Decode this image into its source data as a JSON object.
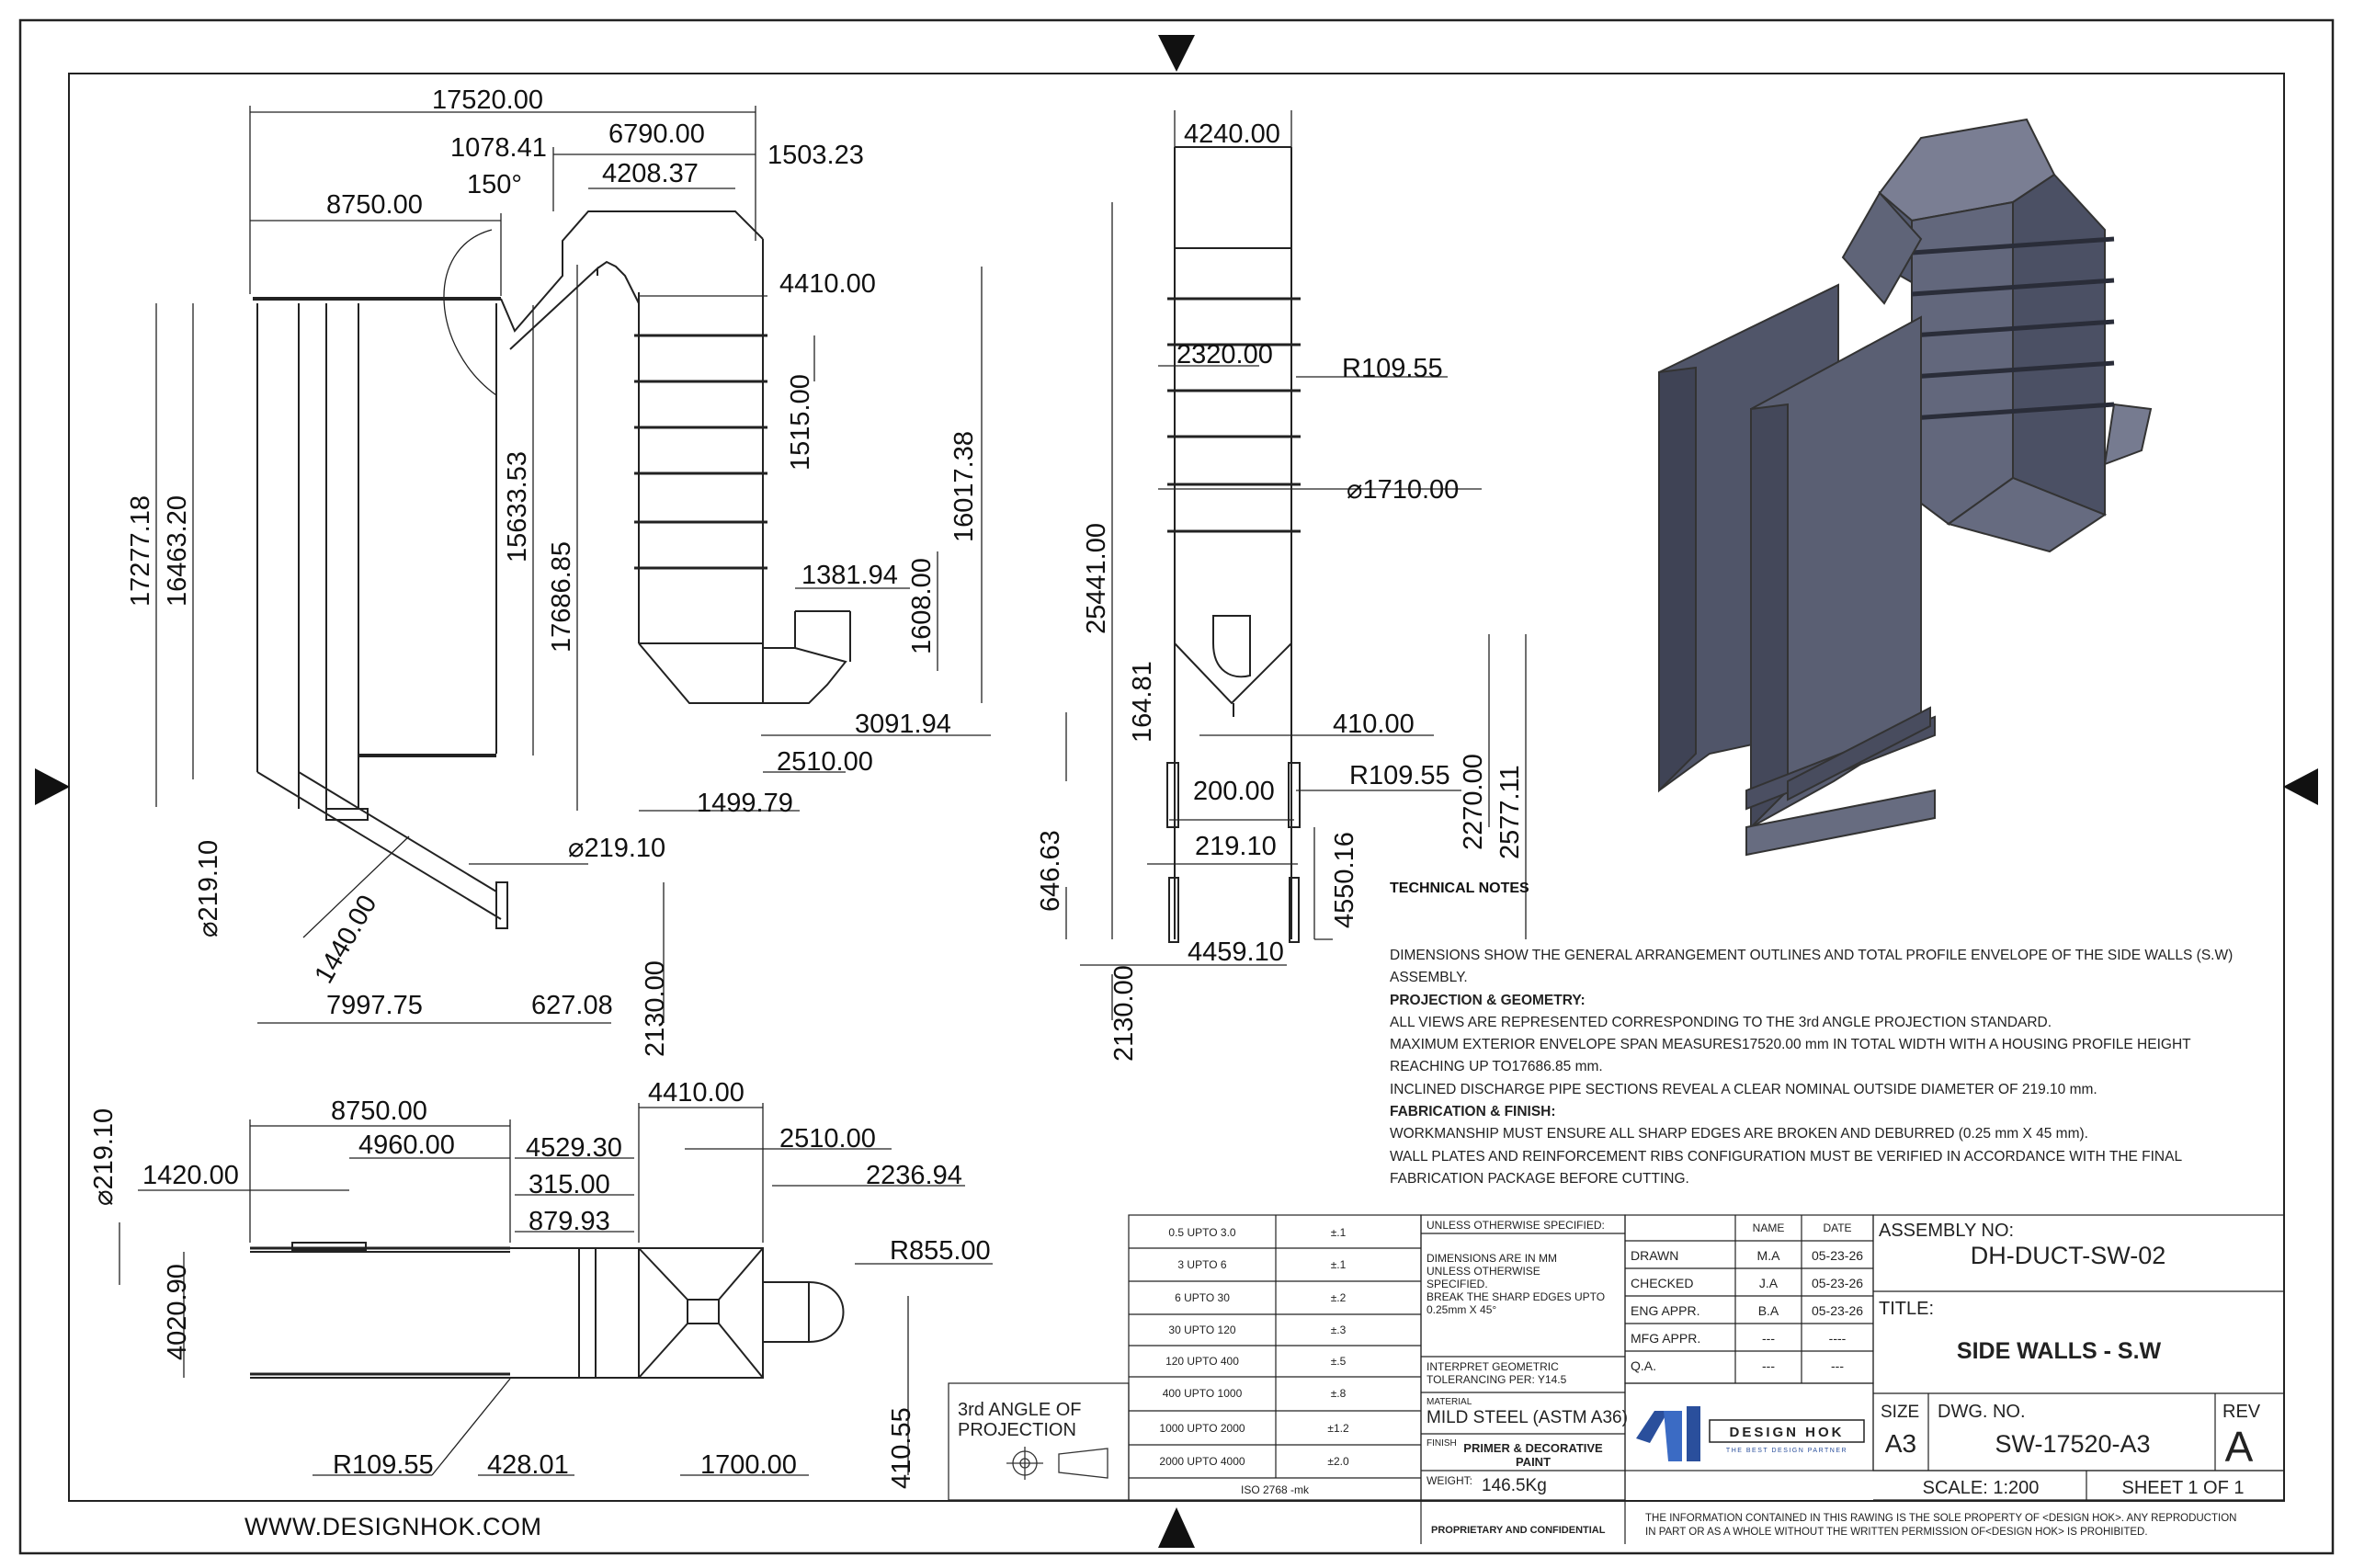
{
  "website": "WWW.DESIGNHOK.COM",
  "technical_notes": {
    "title": "TECHNICAL NOTES",
    "intro": "DIMENSIONS SHOW THE GENERAL ARRANGEMENT OUTLINES AND TOTAL PROFILE ENVELOPE OF THE SIDE WALLS (S.W) ASSEMBLY.",
    "section1_title": "PROJECTION & GEOMETRY:",
    "section1_lines": [
      "ALL VIEWS ARE REPRESENTED CORRESPONDING TO THE 3rd ANGLE PROJECTION STANDARD.",
      "MAXIMUM EXTERIOR ENVELOPE SPAN MEASURES17520.00 mm IN TOTAL WIDTH WITH A HOUSING PROFILE HEIGHT REACHING UP TO17686.85 mm.",
      "INCLINED DISCHARGE PIPE SECTIONS REVEAL A CLEAR NOMINAL OUTSIDE DIAMETER OF 219.10 mm."
    ],
    "section2_title": "FABRICATION & FINISH:",
    "section2_lines": [
      "WORKMANSHIP MUST ENSURE ALL SHARP EDGES ARE BROKEN AND DEBURRED (0.25 mm X 45 mm).",
      "WALL PLATES AND REINFORCEMENT RIBS CONFIGURATION MUST BE VERIFIED IN ACCORDANCE WITH THE FINAL FABRICATION PACKAGE BEFORE CUTTING."
    ]
  },
  "tolerance_table": {
    "rows": [
      {
        "range": "0.5 UPTO 3.0",
        "tol": "±.1"
      },
      {
        "range": "3 UPTO 6",
        "tol": "±.1"
      },
      {
        "range": "6 UPTO 30",
        "tol": "±.2"
      },
      {
        "range": "30 UPTO 120",
        "tol": "±.3"
      },
      {
        "range": "120 UPTO 400",
        "tol": "±.5"
      },
      {
        "range": "400 UPTO 1000",
        "tol": "±.8"
      },
      {
        "range": "1000 UPTO 2000",
        "tol": "±1.2"
      },
      {
        "range": "2000 UPTO 4000",
        "tol": "±2.0"
      }
    ],
    "standard": "ISO 2768 -mk"
  },
  "projection": {
    "line1": "3rd ANGLE OF",
    "line2": "PROJECTION"
  },
  "spec": {
    "unless": "UNLESS OTHERWISE SPECIFIED:",
    "dims_line1": "DIMENSIONS ARE IN MM",
    "dims_line2": "UNLESS OTHERWISE",
    "dims_line3": "SPECIFIED.",
    "dims_line4": "BREAK THE SHARP EDGES UPTO",
    "dims_line5": "0.25mm X 45°",
    "interpret1": "INTERPRET GEOMETRIC",
    "interpret2": "TOLERANCING PER: Y14.5",
    "material_label": "MATERIAL",
    "material": "MILD STEEL (ASTM A36)",
    "finish_label": "FINISH",
    "finish1": "PRIMER & DECORATIVE",
    "finish2": "PAINT",
    "weight_label": "WEIGHT:",
    "weight": "146.5Kg",
    "proprietary": "PROPRIETARY AND CONFIDENTIAL"
  },
  "approvals": {
    "name_header": "NAME",
    "date_header": "DATE",
    "rows": [
      {
        "role": "DRAWN",
        "name": "M.A",
        "date": "05-23-26"
      },
      {
        "role": "CHECKED",
        "name": "J.A",
        "date": "05-23-26"
      },
      {
        "role": "ENG APPR.",
        "name": "B.A",
        "date": "05-23-26"
      },
      {
        "role": "MFG APPR.",
        "name": "---",
        "date": "----"
      },
      {
        "role": "Q.A.",
        "name": "---",
        "date": "---"
      }
    ]
  },
  "logo": {
    "name": "DESIGN HOK",
    "tagline": "THE BEST DESIGN PARTNER"
  },
  "title_block": {
    "assembly_label": "ASSEMBLY NO:",
    "assembly_no": "DH-DUCT-SW-02",
    "title_label": "TITLE:",
    "title": "SIDE WALLS - S.W",
    "size_label": "SIZE",
    "size": "A3",
    "dwg_label": "DWG.  NO.",
    "dwg_no": "SW-17520-A3",
    "rev_label": "REV",
    "rev": "A",
    "scale": "SCALE: 1:200",
    "sheet": "SHEET 1 OF 1",
    "disclaimer1": "THE INFORMATION CONTAINED IN THIS RAWING IS THE SOLE PROPERTY OF <DESIGN HOK>.  ANY REPRODUCTION",
    "disclaimer2": "IN PART OR AS A WHOLE WITHOUT THE WRITTEN PERMISSION OF<DESIGN HOK> IS PROHIBITED."
  },
  "front_view_dims": {
    "d1": "17520.00",
    "d2": "6790.00",
    "d3": "1078.41",
    "d4": "1503.23",
    "d5": "4208.37",
    "d6": "150°",
    "d7": "8750.00",
    "d8": "4410.00",
    "d9": "1515.00",
    "d10": "16017.38",
    "d11": "15633.53",
    "d12": "17686.85",
    "d13": "17277.18",
    "d14": "16463.20",
    "d15": "1381.94",
    "d16": "1608.00",
    "d17": "3091.94",
    "d18": "2510.00",
    "d19": "1499.79",
    "d20": "⌀219.10",
    "d21": "⌀219.10",
    "d22": "1440.00",
    "d23": "7997.75",
    "d24": "627.08",
    "d25": "2130.00"
  },
  "side_view_dims": {
    "d1": "4240.00",
    "d2": "2320.00",
    "d3": "R109.55",
    "d4": "⌀1710.00",
    "d5": "25441.00",
    "d6": "164.81",
    "d7": "410.00",
    "d8": "R109.55",
    "d9": "200.00",
    "d10": "2270.00",
    "d11": "2577.11",
    "d12": "219.10",
    "d13": "646.63",
    "d14": "4550.16",
    "d15": "4459.10",
    "d16": "2130.00"
  },
  "top_view_dims": {
    "d1": "⌀219.10",
    "d2": "8750.00",
    "d3": "4410.00",
    "d4": "4960.00",
    "d5": "4529.30",
    "d6": "2510.00",
    "d7": "1420.00",
    "d8": "315.00",
    "d9": "2236.94",
    "d10": "879.93",
    "d11": "R855.00",
    "d12": "4020.90",
    "d13": "R109.55",
    "d14": "428.01",
    "d15": "1700.00",
    "d16": "410.55"
  }
}
